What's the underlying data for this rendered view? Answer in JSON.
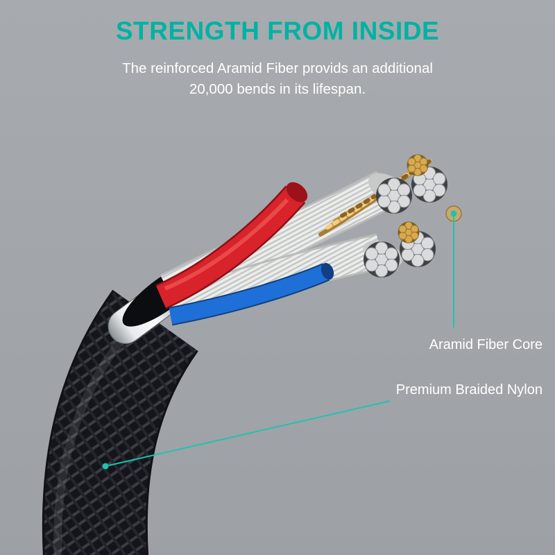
{
  "page": {
    "title": "STRENGTH FROM INSIDE",
    "subtitle_line1": "The reinforced Aramid Fiber provids an additional",
    "subtitle_line2": "20,000 bends in its lifespan.",
    "callouts": {
      "aramid_core": "Aramid Fiber Core",
      "braided_nylon": "Premium Braided Nylon"
    },
    "colors": {
      "accent_teal": "#00b2a2",
      "callout_line": "#1ec3b0",
      "background_top": "#a7abaf",
      "background_bottom": "#9da1a5",
      "subtitle_text": "#ffffff",
      "wire_red": "#d8232b",
      "wire_blue": "#1f6fd8",
      "copper_gold": "#d2a14b",
      "nylon_black": "#14151a"
    }
  }
}
